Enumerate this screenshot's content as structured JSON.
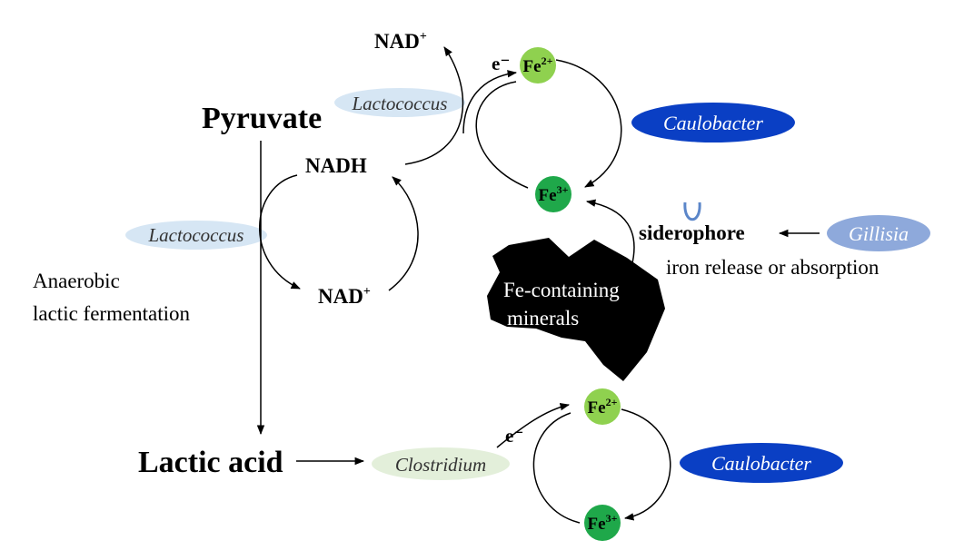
{
  "labels": {
    "pyruvate": "Pyruvate",
    "lactic_acid": "Lactic acid",
    "nadh": "NADH",
    "nad_top": "NAD",
    "nad_mid": "NAD",
    "plus": "+",
    "anaerobic_line1": "Anaerobic",
    "anaerobic_line2": "lactic fermentation",
    "siderophore": "siderophore",
    "iron_release": "iron release or absorption",
    "minerals_line1": "Fe-containing",
    "minerals_line2": "minerals",
    "electron_top": "e⁻",
    "electron_bottom": "e⁻"
  },
  "ions": {
    "fe": "Fe",
    "fe2_charge": "2+",
    "fe3_charge": "3+"
  },
  "organisms": {
    "lactococcus_top": "Lactococcus",
    "lactococcus_left": "Lactococcus",
    "caulobacter_top": "Caulobacter",
    "caulobacter_bottom": "Caulobacter",
    "gillisia": "Gillisia",
    "clostridium": "Clostridium"
  },
  "colors": {
    "fe2_green": "#8fd14f",
    "fe3_green": "#1fa84a",
    "caulobacter_blue": "#0a3fc4",
    "gillisia_blue": "#8ea9db",
    "lactococcus_bg": "#d6e6f4",
    "clostridium_bg": "#e3efda",
    "mineral": "#000000"
  }
}
